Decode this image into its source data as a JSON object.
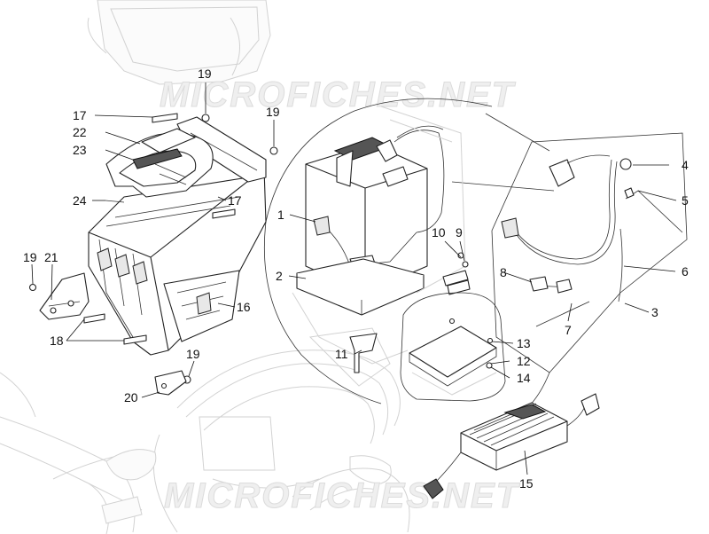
{
  "watermark": {
    "top": "MICROFICHES.NET",
    "bottom": "MICROFICHES.NET"
  },
  "callouts": {
    "c1": "1",
    "c2": "2",
    "c3": "3",
    "c4": "4",
    "c5": "5",
    "c6": "6",
    "c7": "7",
    "c8": "8",
    "c9": "9",
    "c10": "10",
    "c11": "11",
    "c12": "12",
    "c13": "13",
    "c14": "14",
    "c15": "15",
    "c16": "16",
    "c17a": "17",
    "c17b": "17",
    "c18": "18",
    "c19a": "19",
    "c19b": "19",
    "c19c": "19",
    "c19d": "19",
    "c20": "20",
    "c21": "21",
    "c22": "22",
    "c23": "23",
    "c24": "24"
  },
  "colors": {
    "line": "#222222",
    "ghost": "#d2d2d2",
    "background": "#ffffff"
  }
}
